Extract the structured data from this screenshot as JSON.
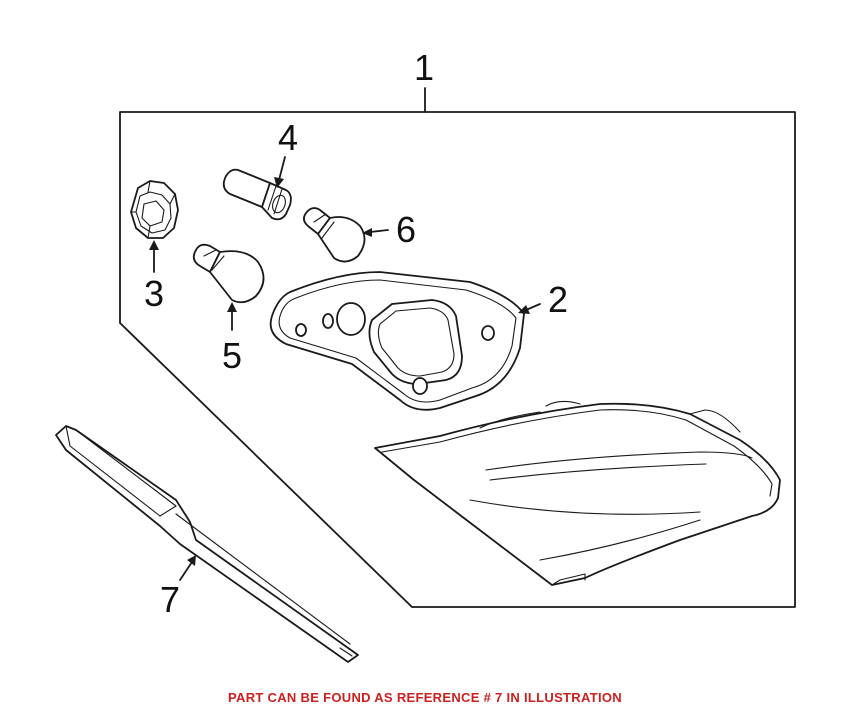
{
  "callouts": {
    "c1": "1",
    "c2": "2",
    "c3": "3",
    "c4": "4",
    "c5": "5",
    "c6": "6",
    "c7": "7"
  },
  "footer": {
    "text": "PART CAN BE FOUND AS REFERENCE # 7 IN ILLUSTRATION",
    "color": "#cc1f1f"
  }
}
